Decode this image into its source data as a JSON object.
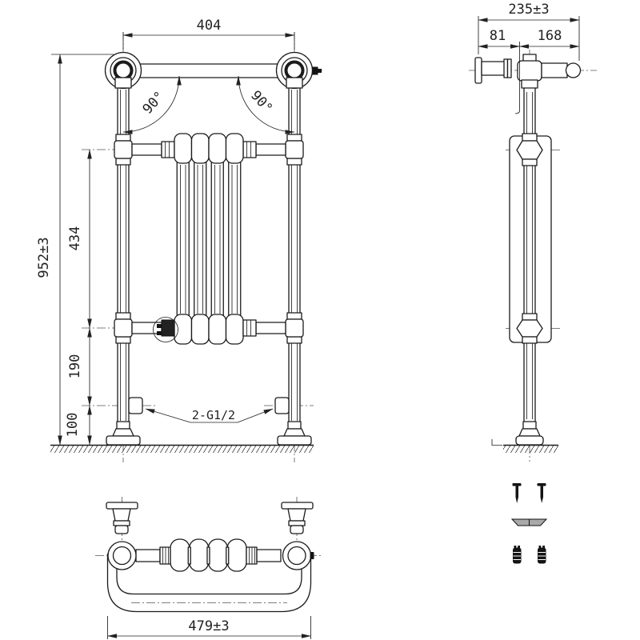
{
  "drawing": {
    "front_view": {
      "width_dim": "404",
      "height_dim": "952±3",
      "upper_span_dim": "434",
      "lower_span_dim": "190",
      "base_span_dim": "100",
      "left_angle": "90°",
      "right_angle": "90°",
      "connection_label": "2-G1/2"
    },
    "side_view": {
      "depth_dim": "235±3",
      "wall_offset_dim": "81",
      "rail_extent_dim": "168"
    },
    "bottom_view": {
      "width_dim": "479±3"
    },
    "hardware": {
      "items": [
        "mounting-screw",
        "mounting-screw",
        "cover-strip",
        "wall-plug",
        "wall-plug"
      ]
    },
    "colors": {
      "line": "#1b1b1b",
      "centerline": "#555555",
      "background": "#ffffff"
    }
  }
}
